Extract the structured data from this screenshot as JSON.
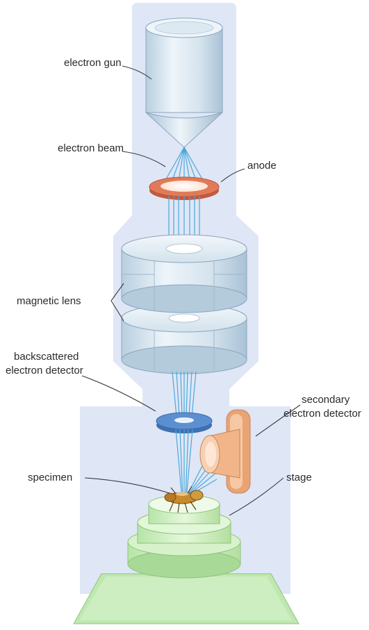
{
  "labels": {
    "electron_gun": "electron gun",
    "electron_beam": "electron beam",
    "anode": "anode",
    "magnetic_lens": "magnetic lens",
    "backscattered_line1": "backscattered",
    "backscattered_line2": "electron detector",
    "secondary_line1": "secondary",
    "secondary_line2": "electron detector",
    "specimen": "specimen",
    "stage": "stage"
  },
  "colors": {
    "column_shadow": "#dfe6f6",
    "metal_light": "#e6f0f6",
    "metal_mid": "#c3d6e4",
    "anode": "#e07b5a",
    "detector_blue": "#5b8fd0",
    "secondary_detector": "#f2b58a",
    "stage_green": "#d2f0c6",
    "beam": "#4aa8d8",
    "specimen": "#c98a2e"
  }
}
